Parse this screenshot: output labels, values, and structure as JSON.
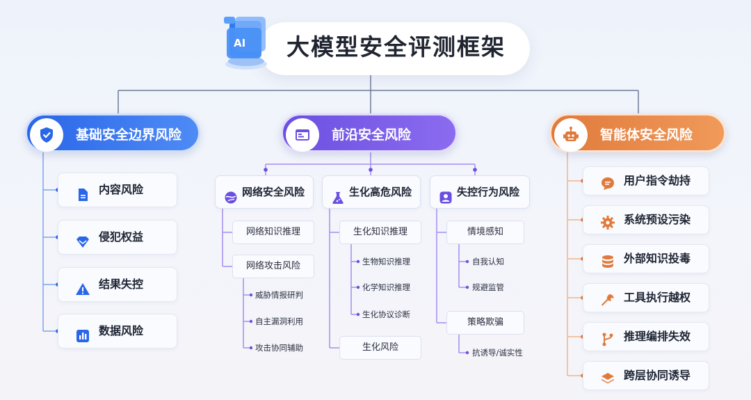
{
  "title": "大模型安全评测框架",
  "ai_badge": "AI",
  "colors": {
    "blue": "#2a66e8",
    "purple": "#6b4fe0",
    "orange": "#e07a3c",
    "line": "#7d8aa6"
  },
  "categories": [
    {
      "label": "基础安全边界风险",
      "icon": "shield-icon",
      "items": [
        {
          "label": "内容风险",
          "icon": "document-icon"
        },
        {
          "label": "侵犯权益",
          "icon": "diamond-icon"
        },
        {
          "label": "结果失控",
          "icon": "warning-icon"
        },
        {
          "label": "数据风险",
          "icon": "bar-chart-icon"
        }
      ]
    },
    {
      "label": "前沿安全风险",
      "icon": "browser-window-icon",
      "subs": [
        {
          "label": "网络安全风险",
          "icon": "globe-icon",
          "children": [
            {
              "label": "网络知识推理",
              "children": []
            },
            {
              "label": "网络攻击风险",
              "children": [
                "威胁情报研判",
                "自主漏洞利用",
                "攻击协同辅助"
              ]
            }
          ]
        },
        {
          "label": "生化高危风险",
          "icon": "flask-icon",
          "children": [
            {
              "label": "生化知识推理",
              "children": [
                "生物知识推理",
                "化学知识推理",
                "生化协议诊断"
              ]
            },
            {
              "label": "生化风险",
              "children": []
            }
          ]
        },
        {
          "label": "失控行为风险",
          "icon": "user-lock-icon",
          "children": [
            {
              "label": "情境感知",
              "children": [
                "自我认知",
                "规避监管"
              ]
            },
            {
              "label": "策略欺骗",
              "children": [
                "抗诱导/诚实性"
              ]
            }
          ]
        }
      ]
    },
    {
      "label": "智能体安全风险",
      "icon": "robot-icon",
      "items": [
        {
          "label": "用户指令劫持",
          "icon": "chat-bubble-icon"
        },
        {
          "label": "系统预设污染",
          "icon": "gear-icon"
        },
        {
          "label": "外部知识投毒",
          "icon": "database-icon"
        },
        {
          "label": "工具执行越权",
          "icon": "wrench-icon"
        },
        {
          "label": "推理编排失效",
          "icon": "branch-icon"
        },
        {
          "label": "跨层协同诱导",
          "icon": "layers-icon"
        }
      ]
    }
  ]
}
